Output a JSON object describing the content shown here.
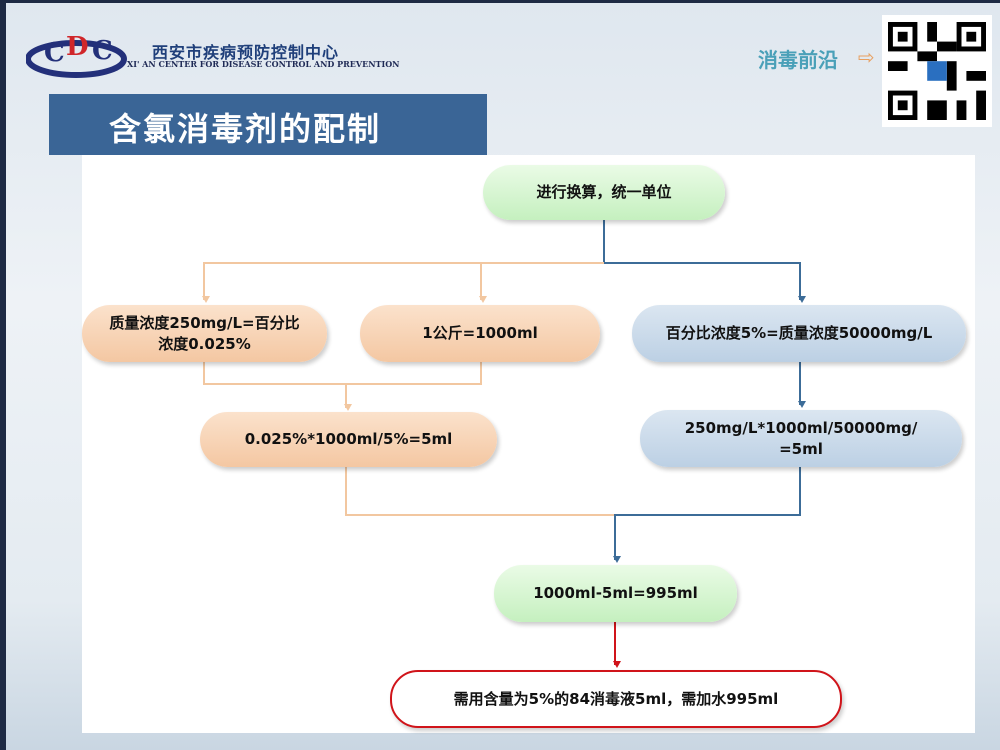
{
  "header": {
    "org_name_cn": "西安市疾病预防控制中心",
    "org_name_en": "XI' AN CENTER FOR DISEASE CONTROL AND PREVENTION",
    "logo_text": "CDC",
    "slide_title": "含氯消毒剂的配制",
    "frontier_label": "消毒前沿",
    "arrow": "⇨"
  },
  "flowchart": {
    "start": "进行换算，统一单位",
    "mass_to_percent": "质量浓度250mg/L=百分比\n浓度0.025%",
    "kg_to_ml": "1公斤=1000ml",
    "percent_to_mass": "百分比浓度5%=质量浓度50000mg/L",
    "calc_percent": "0.025%*1000ml/5%=5ml",
    "calc_mass": "250mg/L*1000ml/50000mg/\n=5ml",
    "water_calc": "1000ml-5ml=995ml",
    "result": "需用含量为5%的84消毒液5ml，需加水995ml"
  },
  "colors": {
    "orange_line": "#f2c7a0",
    "blue_line": "#3c6c98",
    "red_line": "#d0141a",
    "title_bg": "#3a6596"
  }
}
